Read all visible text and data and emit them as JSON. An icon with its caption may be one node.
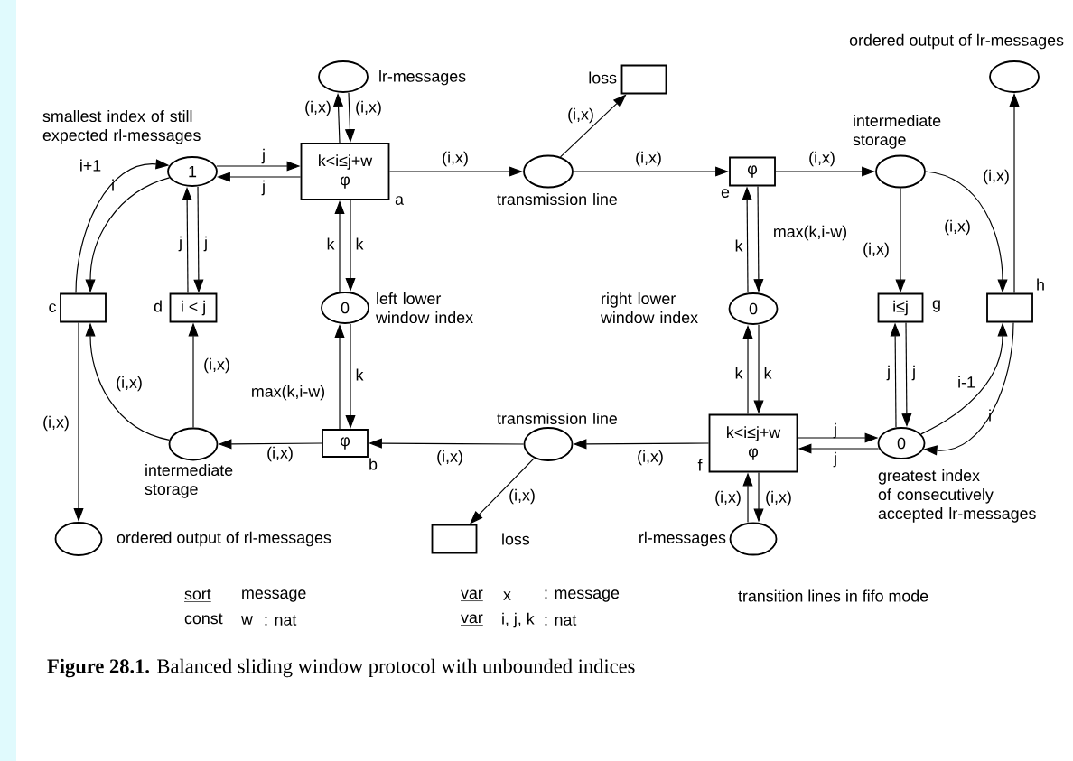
{
  "diagram": {
    "caption": "**Figure 28.1.** Balanced sliding window protocol with unbounded indices",
    "nodes": [
      {
        "text": [],
        "shape": "ellipse",
        "beside": [
          "lr-messages"
        ]
      },
      {
        "text": [],
        "shape": "box",
        "beside": [
          "loss"
        ]
      },
      {
        "text": [],
        "shape": "ellipse",
        "beside": [
          "ordered output of lr-messages"
        ]
      },
      {
        "text": [
          "1"
        ],
        "beside": [
          "smallest index of still expected rl-messages"
        ]
      },
      {
        "text": [
          "k<i≤j+w",
          "φ"
        ],
        "beside": [
          "a"
        ]
      },
      {
        "text": [],
        "shape": "ellipse",
        "beside": [
          "transmission line"
        ]
      },
      {
        "text": [
          "φ"
        ],
        "beside": [
          "e"
        ]
      },
      {
        "text": [],
        "shape": "ellipse",
        "beside": [
          "intermediate storage"
        ]
      },
      {
        "text": [],
        "shape": "box",
        "beside": [
          "c"
        ]
      },
      {
        "text": [
          "i < j"
        ],
        "beside": [
          "d"
        ]
      },
      {
        "text": [
          "0"
        ],
        "beside": [
          "left lower window index"
        ]
      },
      {
        "text": [
          "0"
        ],
        "beside": [
          "right lower window index"
        ]
      },
      {
        "text": [
          "i≤j"
        ],
        "beside": [
          "g"
        ]
      },
      {
        "text": [],
        "shape": "box",
        "beside": [
          "h"
        ]
      },
      {
        "text": [],
        "shape": "ellipse",
        "beside": [
          "intermediate storage"
        ]
      },
      {
        "text": [
          "φ"
        ],
        "beside": [
          "b"
        ]
      },
      {
        "text": [],
        "shape": "ellipse",
        "beside": [
          "transmission line"
        ]
      },
      {
        "text": [
          "k<i≤j+w",
          "φ"
        ],
        "beside": [
          "f"
        ]
      },
      {
        "text": [
          "0"
        ],
        "beside": [
          "greatest index of consecutively accepted lr-messages"
        ]
      },
      {
        "text": [],
        "shape": "ellipse",
        "beside": [
          "ordered output of rl-messages"
        ]
      },
      {
        "text": [],
        "shape": "box",
        "beside": [
          "loss"
        ]
      },
      {
        "text": [],
        "shape": "ellipse",
        "beside": [
          "rl-messages"
        ]
      }
    ],
    "edges": [
      {
        "from": 3,
        "to": 4,
        "arrow": "to",
        "label": "j"
      },
      {
        "from": 4,
        "to": 3,
        "arrow": "to",
        "label": "j"
      },
      {
        "from": 4,
        "to": 0,
        "arrow": "to",
        "label": "(i,x)"
      },
      {
        "from": 0,
        "to": 4,
        "arrow": "to",
        "label": "(i,x)"
      },
      {
        "from": 3,
        "to": 8,
        "arrow": "to",
        "label": "i"
      },
      {
        "from": 8,
        "to": 3,
        "arrow": "to",
        "label": "i+1"
      },
      {
        "from": 9,
        "to": 3,
        "arrow": "to",
        "label": "j"
      },
      {
        "from": 3,
        "to": 9,
        "arrow": "to",
        "label": "j"
      },
      {
        "from": 10,
        "to": 4,
        "arrow": "to",
        "label": "k"
      },
      {
        "from": 4,
        "to": 10,
        "arrow": "to",
        "label": "k"
      },
      {
        "from": 4,
        "to": 5,
        "arrow": "to",
        "label": "(i,x)"
      },
      {
        "from": 5,
        "to": 1,
        "arrow": "to",
        "label": "(i,x)"
      },
      {
        "from": 5,
        "to": 6,
        "arrow": "to",
        "label": "(i,x)"
      },
      {
        "from": 6,
        "to": 7,
        "arrow": "to",
        "label": "(i,x)"
      },
      {
        "from": 11,
        "to": 6,
        "arrow": "to",
        "label": "k"
      },
      {
        "from": 6,
        "to": 11,
        "arrow": "to",
        "label": "max(k,i-w)"
      },
      {
        "from": 7,
        "to": 12,
        "arrow": "to",
        "label": "(i,x)"
      },
      {
        "from": 7,
        "to": 13,
        "arrow": "to",
        "label": "(i,x)"
      },
      {
        "from": 13,
        "to": 2,
        "arrow": "to",
        "label": "(i,x)"
      },
      {
        "from": 18,
        "to": 13,
        "arrow": "to",
        "label": "i-1"
      },
      {
        "from": 13,
        "to": 18,
        "arrow": "to",
        "label": "i"
      },
      {
        "from": 18,
        "to": 12,
        "arrow": "to",
        "label": "j"
      },
      {
        "from": 12,
        "to": 18,
        "arrow": "to",
        "label": "j"
      },
      {
        "from": 17,
        "to": 18,
        "arrow": "to",
        "label": "j"
      },
      {
        "from": 18,
        "to": 17,
        "arrow": "to",
        "label": "j"
      },
      {
        "from": 17,
        "to": 11,
        "arrow": "to",
        "label": "k"
      },
      {
        "from": 11,
        "to": 17,
        "arrow": "to",
        "label": "k"
      },
      {
        "from": 17,
        "to": 16,
        "arrow": "to",
        "label": "(i,x)"
      },
      {
        "from": 16,
        "to": 20,
        "arrow": "to",
        "label": "(i,x)"
      },
      {
        "from": 16,
        "to": 15,
        "arrow": "to",
        "label": "(i,x)"
      },
      {
        "from": 15,
        "to": 14,
        "arrow": "to",
        "label": "(i,x)"
      },
      {
        "from": 14,
        "to": 8,
        "arrow": "to",
        "label": "(i,x)"
      },
      {
        "from": 14,
        "to": 9,
        "arrow": "to",
        "label": "(i,x)"
      },
      {
        "from": 8,
        "to": 19,
        "arrow": "to",
        "label": "(i,x)"
      },
      {
        "from": 15,
        "to": 10,
        "arrow": "to",
        "label": "max(k,i-w)"
      },
      {
        "from": 10,
        "to": 15,
        "arrow": "to",
        "label": "k"
      },
      {
        "from": 21,
        "to": 17,
        "arrow": "to",
        "label": "(i,x)"
      },
      {
        "from": 17,
        "to": 21,
        "arrow": "to",
        "label": "(i,x)"
      }
    ],
    "labels": [
      "sort",
      "message",
      "var",
      "x",
      ": message",
      "transition lines in fifo mode",
      "const",
      "w",
      ": nat",
      "var",
      "i, j, k",
      ": nat"
    ]
  }
}
